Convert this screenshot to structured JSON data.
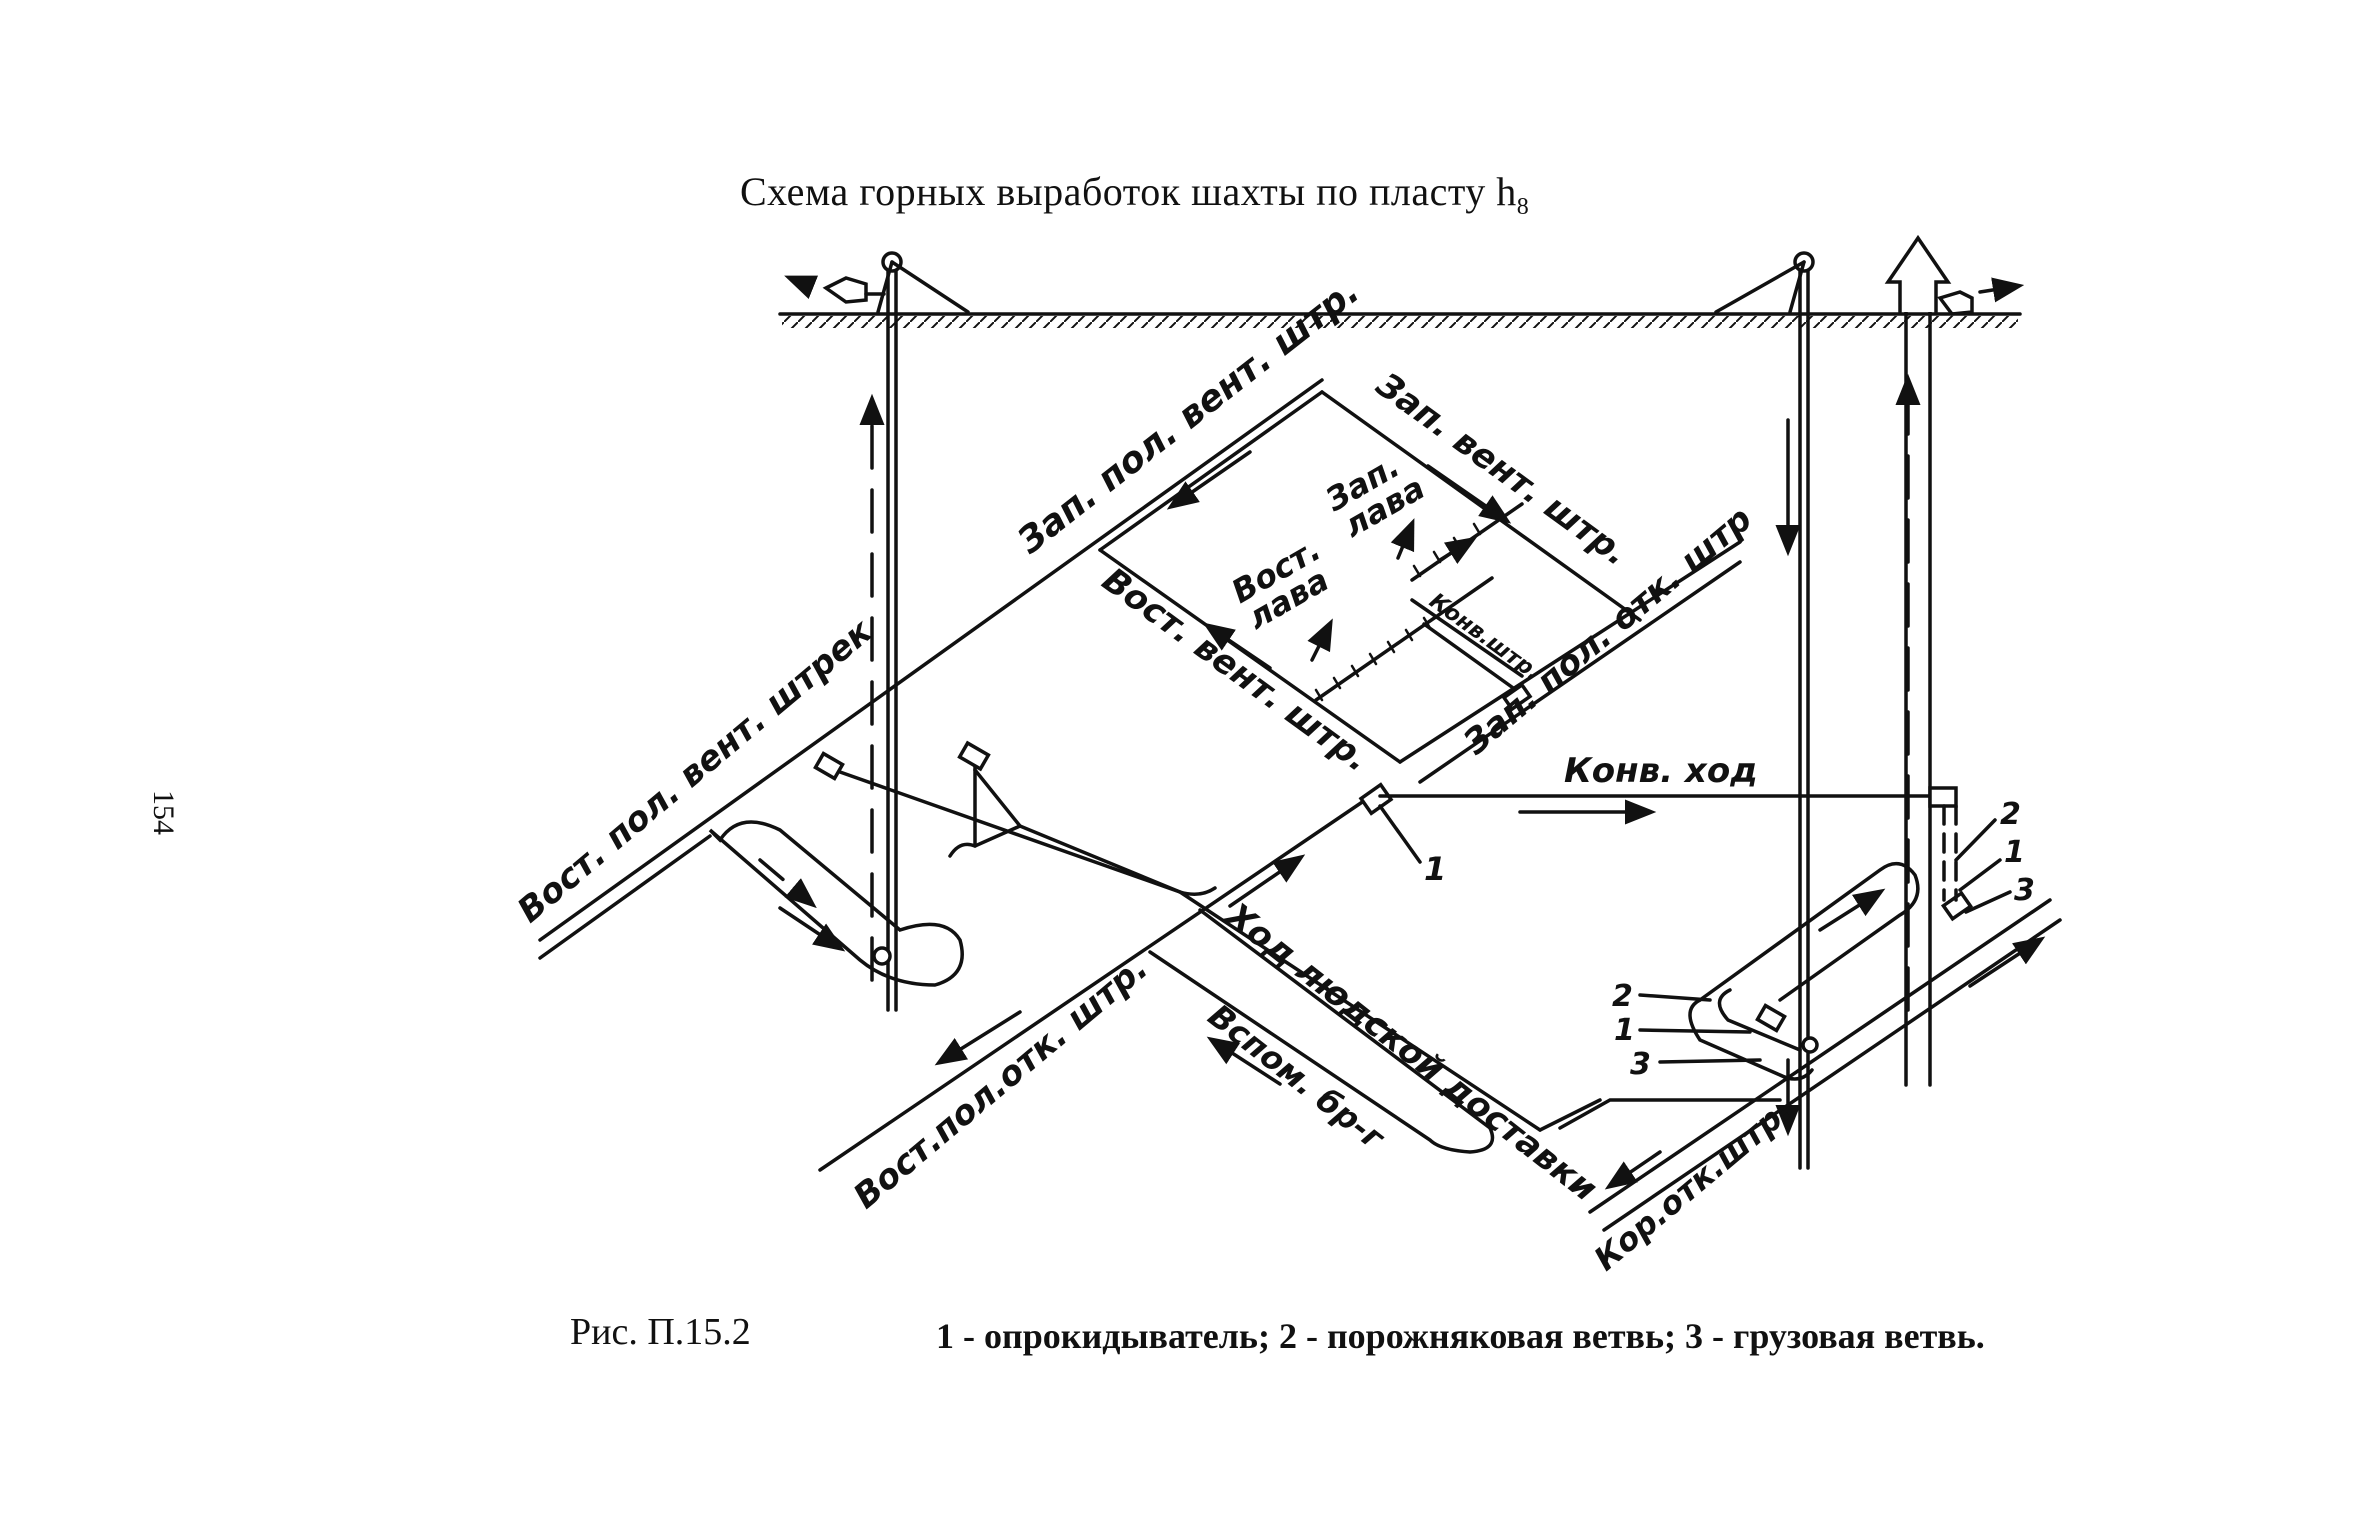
{
  "title": "Схема горных выработок шахты по пласту h",
  "title_sub": "8",
  "page_number": "154",
  "figure": {
    "label": "Рис. П.15.2",
    "legend": "1 - опрокидыватель; 2 - порожняковая ветвь; 3 - грузовая ветвь."
  },
  "labels": {
    "zap_pol_vent": "Зап. пол. вент. штр.",
    "zap_vent": "Зап. вент. штр.",
    "zap": "Зап.",
    "lava1": "лава",
    "vost": "Вост.",
    "lava2": "лава",
    "vost_vent": "Вост. вент. штр.",
    "konv_shtr": "Конв.штр.",
    "zap_pol_otk": "Зап. пол. отк. штр",
    "konv_khod": "Конв. ход",
    "vost_pol_vent_shtrek": "Вост. пол. вент. штрек",
    "khod_lyudskoy": "Ход людской доставки",
    "vspom_br": "Вспом. бр-г",
    "vost_pol_otk": "Вост.пол.отк. штр.",
    "kor_otk": "Кор.отк.штр.",
    "n1_main": "1",
    "n2_right": "2",
    "n1_right": "1",
    "n3_right": "3",
    "n2_left": "2",
    "n1_left": "1",
    "n3_left": "3"
  }
}
